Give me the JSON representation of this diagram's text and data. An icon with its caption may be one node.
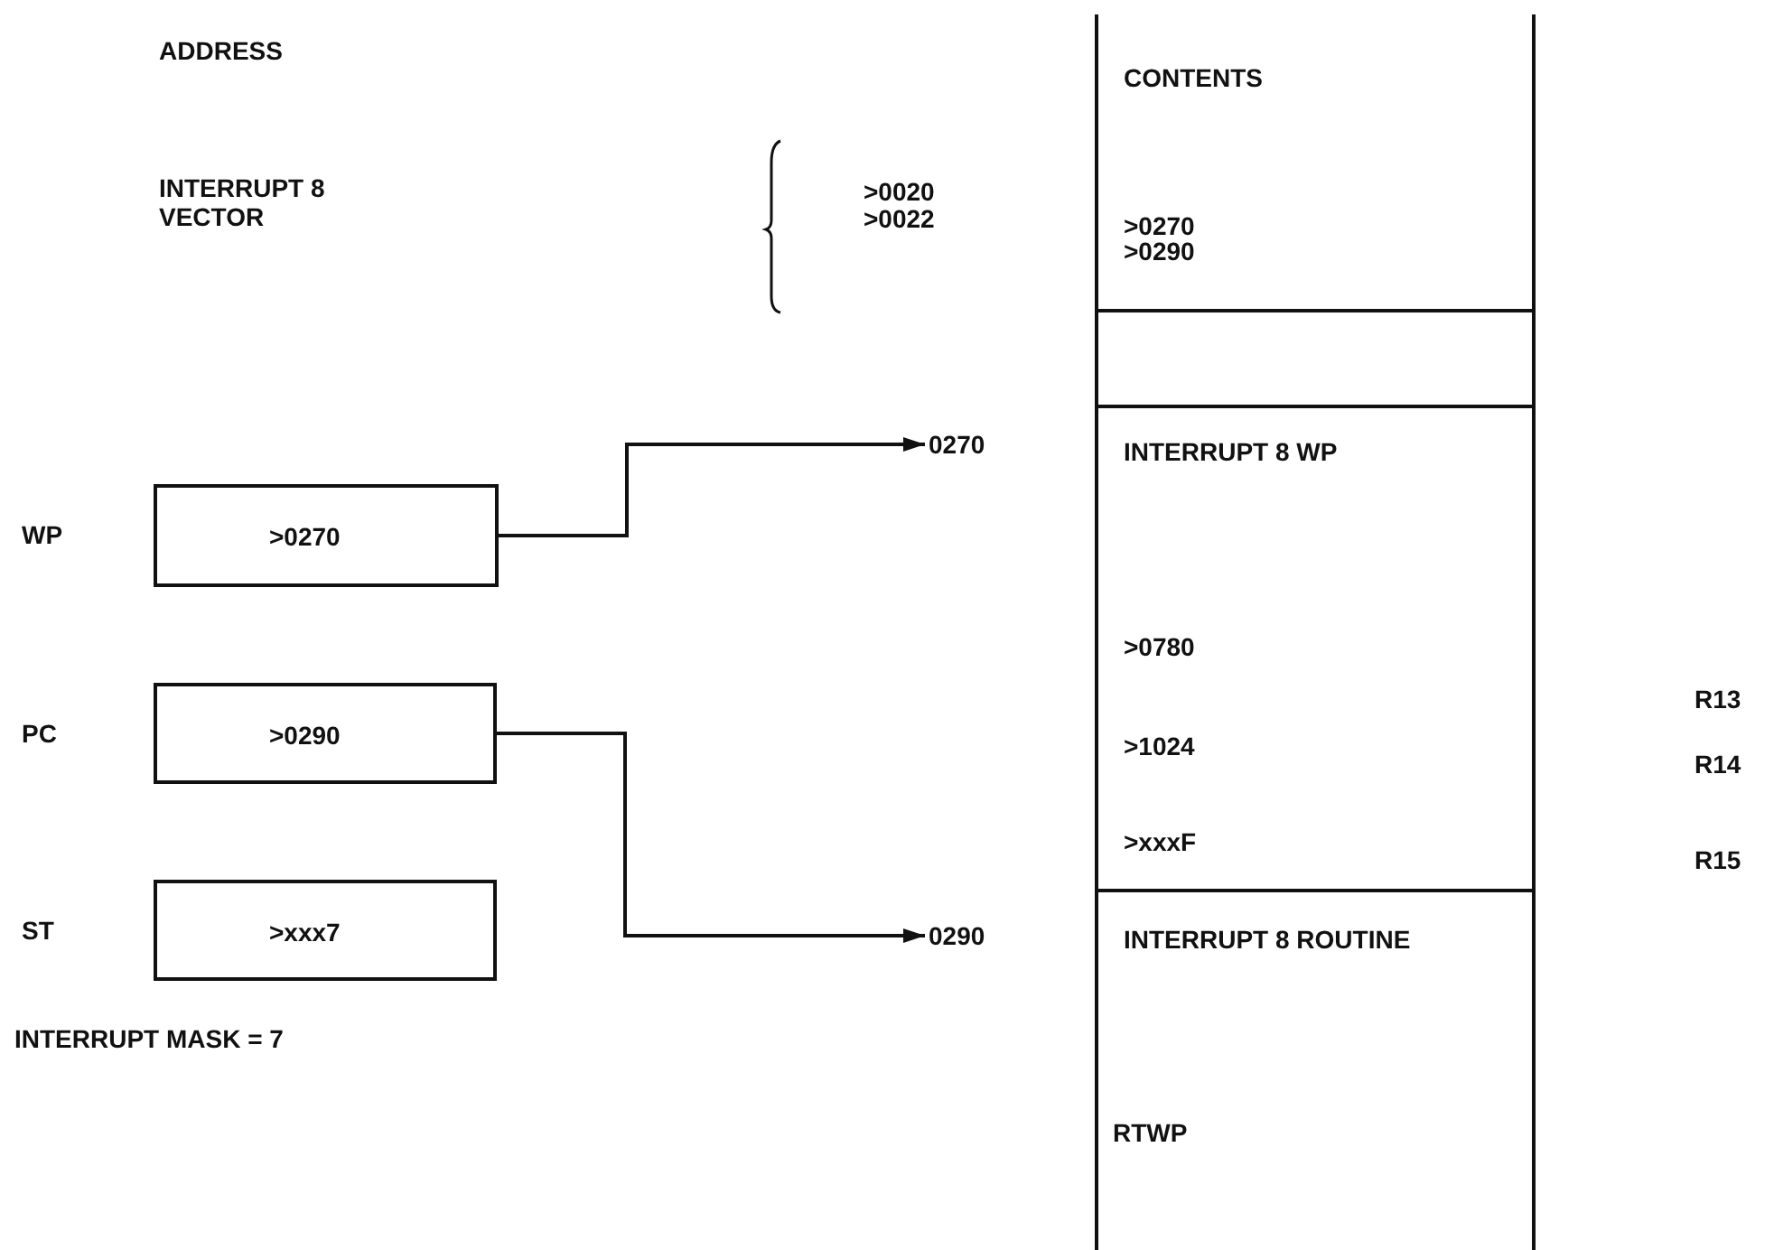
{
  "diagram": {
    "nodes": [
      {
        "text": [
          "CONTENTS",
          ">0270",
          ">0290"
        ]
      },
      {
        "text": [],
        "shape": "box"
      },
      {
        "text": [
          "INTERRUPT 8 WP",
          ">0780",
          ">1024",
          ">xxxF"
        ],
        "beside": [
          "R13",
          "R14",
          "R15"
        ]
      },
      {
        "text": [
          "INTERRUPT 8 ROUTINE",
          "RTWP"
        ]
      },
      {
        "text": [
          ">0270"
        ],
        "beside": [
          "WP"
        ]
      },
      {
        "text": [
          ">0290"
        ],
        "beside": [
          "PC"
        ]
      },
      {
        "text": [
          ">xxx7"
        ],
        "beside": [
          "ST"
        ]
      },
      {
        "text": [
          "0270"
        ]
      },
      {
        "text": [
          "0290"
        ]
      }
    ],
    "edges": [
      {
        "from": 4,
        "to": 7,
        "arrow": "to"
      },
      {
        "from": 5,
        "to": 8,
        "arrow": "to"
      }
    ],
    "labels": [
      "ADDRESS",
      "INTERRUPT 8 VECTOR",
      ">0020",
      ">0022",
      "INTERRUPT MASK = 7"
    ]
  }
}
